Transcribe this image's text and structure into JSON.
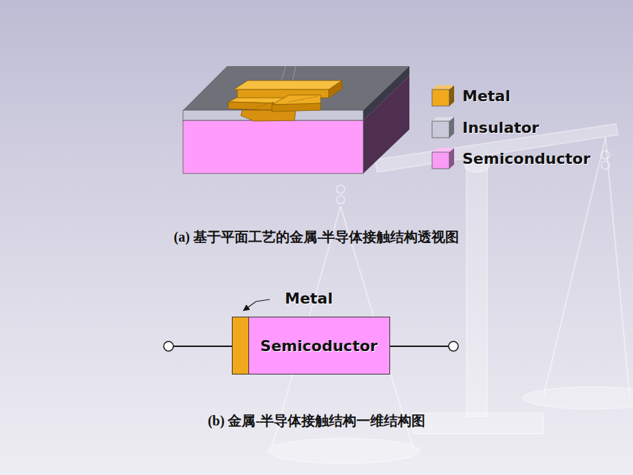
{
  "diagram": {
    "nodes": [
      {
        "text": [
          "Semicoductor"
        ]
      }
    ],
    "labels": [
      "Metal",
      "(a)  基于平面工艺的金属-半导体接触结构透视图",
      "(b)  金属-半导体接触结构一维结构图"
    ],
    "legend": [
      {
        "text": "Metal",
        "color": "#f0a81c"
      },
      {
        "text": "Insulator",
        "color": "#c9c9da"
      },
      {
        "text": "Semiconductor",
        "color": "#f99cf6"
      }
    ]
  }
}
